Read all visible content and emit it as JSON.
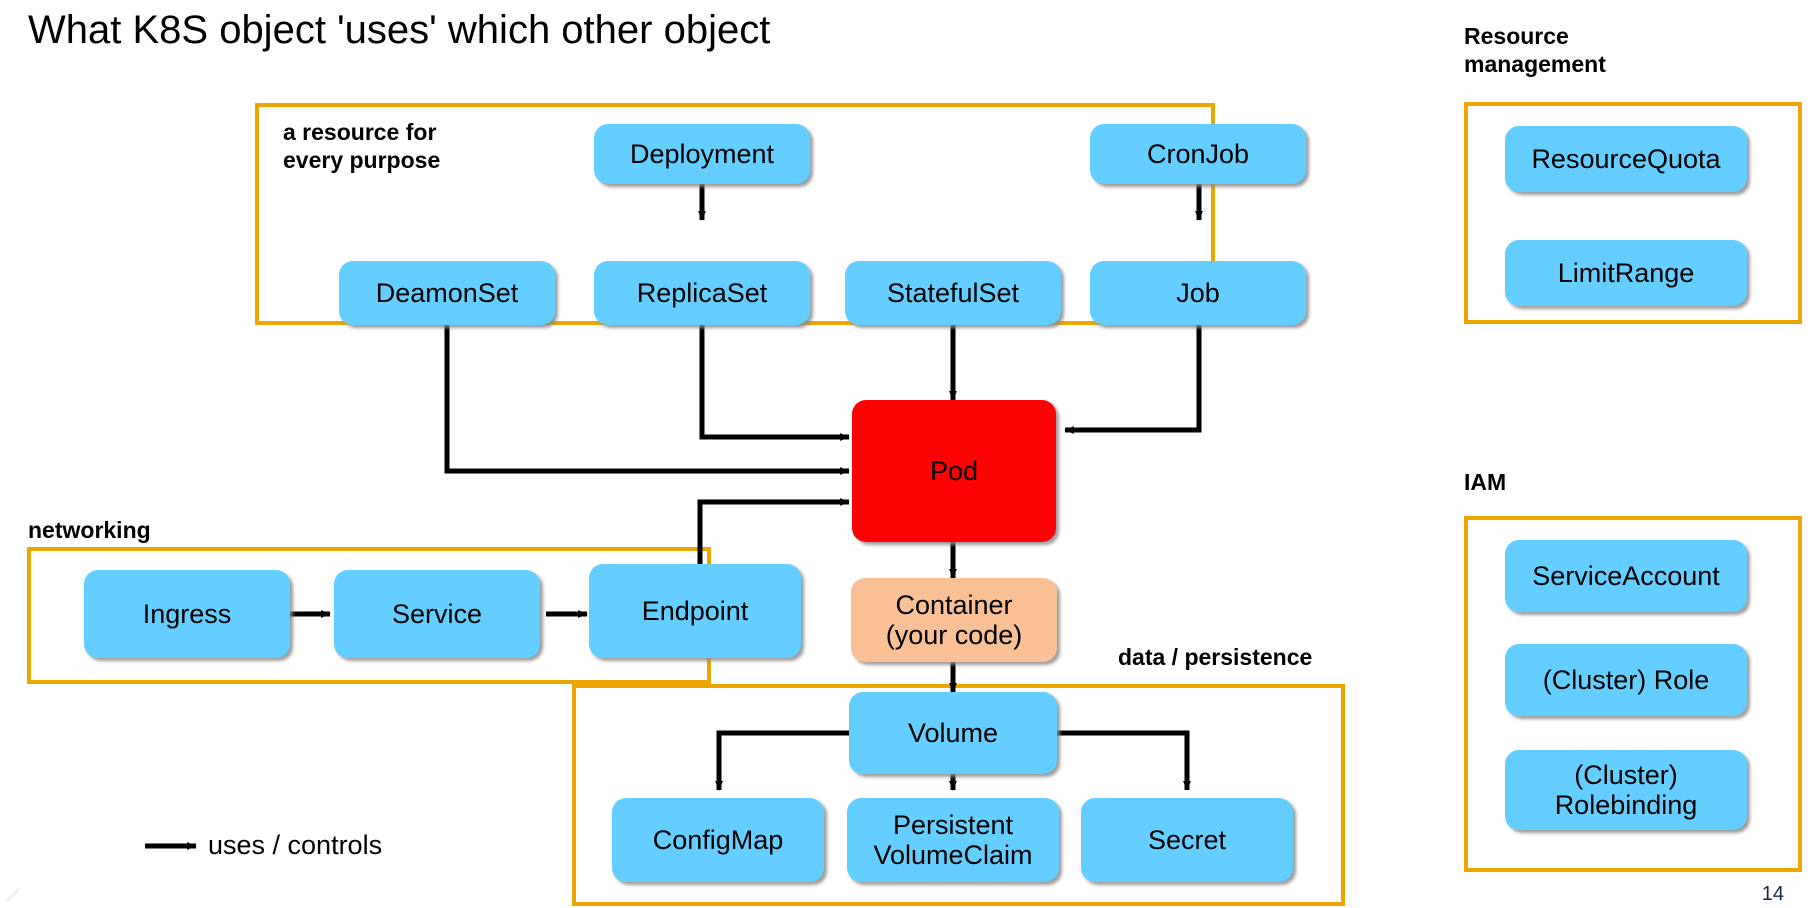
{
  "slide": {
    "title": "What K8S object 'uses' which other object",
    "page_number": "14",
    "background_color": "#ffffff"
  },
  "colors": {
    "node_blue": "#63ceff",
    "node_red": "#fc0303",
    "node_peach": "#f9bf95",
    "group_border_orange": "#eda500",
    "edge_black": "#000000",
    "text_black": "#000000"
  },
  "groups": {
    "resources": {
      "caption": "a resource for\nevery purpose"
    },
    "networking": {
      "caption": "networking"
    },
    "persistence": {
      "caption": "data / persistence"
    },
    "resource_management": {
      "caption": "Resource\nmanagement"
    },
    "iam": {
      "caption": "IAM"
    }
  },
  "nodes": {
    "deployment": "Deployment",
    "cronjob": "CronJob",
    "deamonset": "DeamonSet",
    "replicaset": "ReplicaSet",
    "statefulset": "StatefulSet",
    "job": "Job",
    "pod": "Pod",
    "container": "Container\n(your code)",
    "ingress": "Ingress",
    "service": "Service",
    "endpoint": "Endpoint",
    "volume": "Volume",
    "configmap": "ConfigMap",
    "pvc": "Persistent\nVolumeClaim",
    "secret": "Secret",
    "resourcequota": "ResourceQuota",
    "limitrange": "LimitRange",
    "serviceaccount": "ServiceAccount",
    "cluster_role": "(Cluster) Role",
    "cluster_rolebinding": "(Cluster)\nRolebinding"
  },
  "legend": {
    "arrow_icon": "arrow-right-icon",
    "label": "uses / controls"
  },
  "edges": [
    {
      "from": "Deployment",
      "to": "ReplicaSet"
    },
    {
      "from": "CronJob",
      "to": "Job"
    },
    {
      "from": "DeamonSet",
      "to": "Pod"
    },
    {
      "from": "ReplicaSet",
      "to": "Pod"
    },
    {
      "from": "StatefulSet",
      "to": "Pod"
    },
    {
      "from": "Job",
      "to": "Pod"
    },
    {
      "from": "Endpoint",
      "to": "Pod"
    },
    {
      "from": "Pod",
      "to": "Container"
    },
    {
      "from": "Ingress",
      "to": "Service"
    },
    {
      "from": "Service",
      "to": "Endpoint"
    },
    {
      "from": "Container",
      "to": "Volume"
    },
    {
      "from": "Volume",
      "to": "ConfigMap"
    },
    {
      "from": "Volume",
      "to": "PersistentVolumeClaim"
    },
    {
      "from": "Volume",
      "to": "Secret"
    }
  ]
}
